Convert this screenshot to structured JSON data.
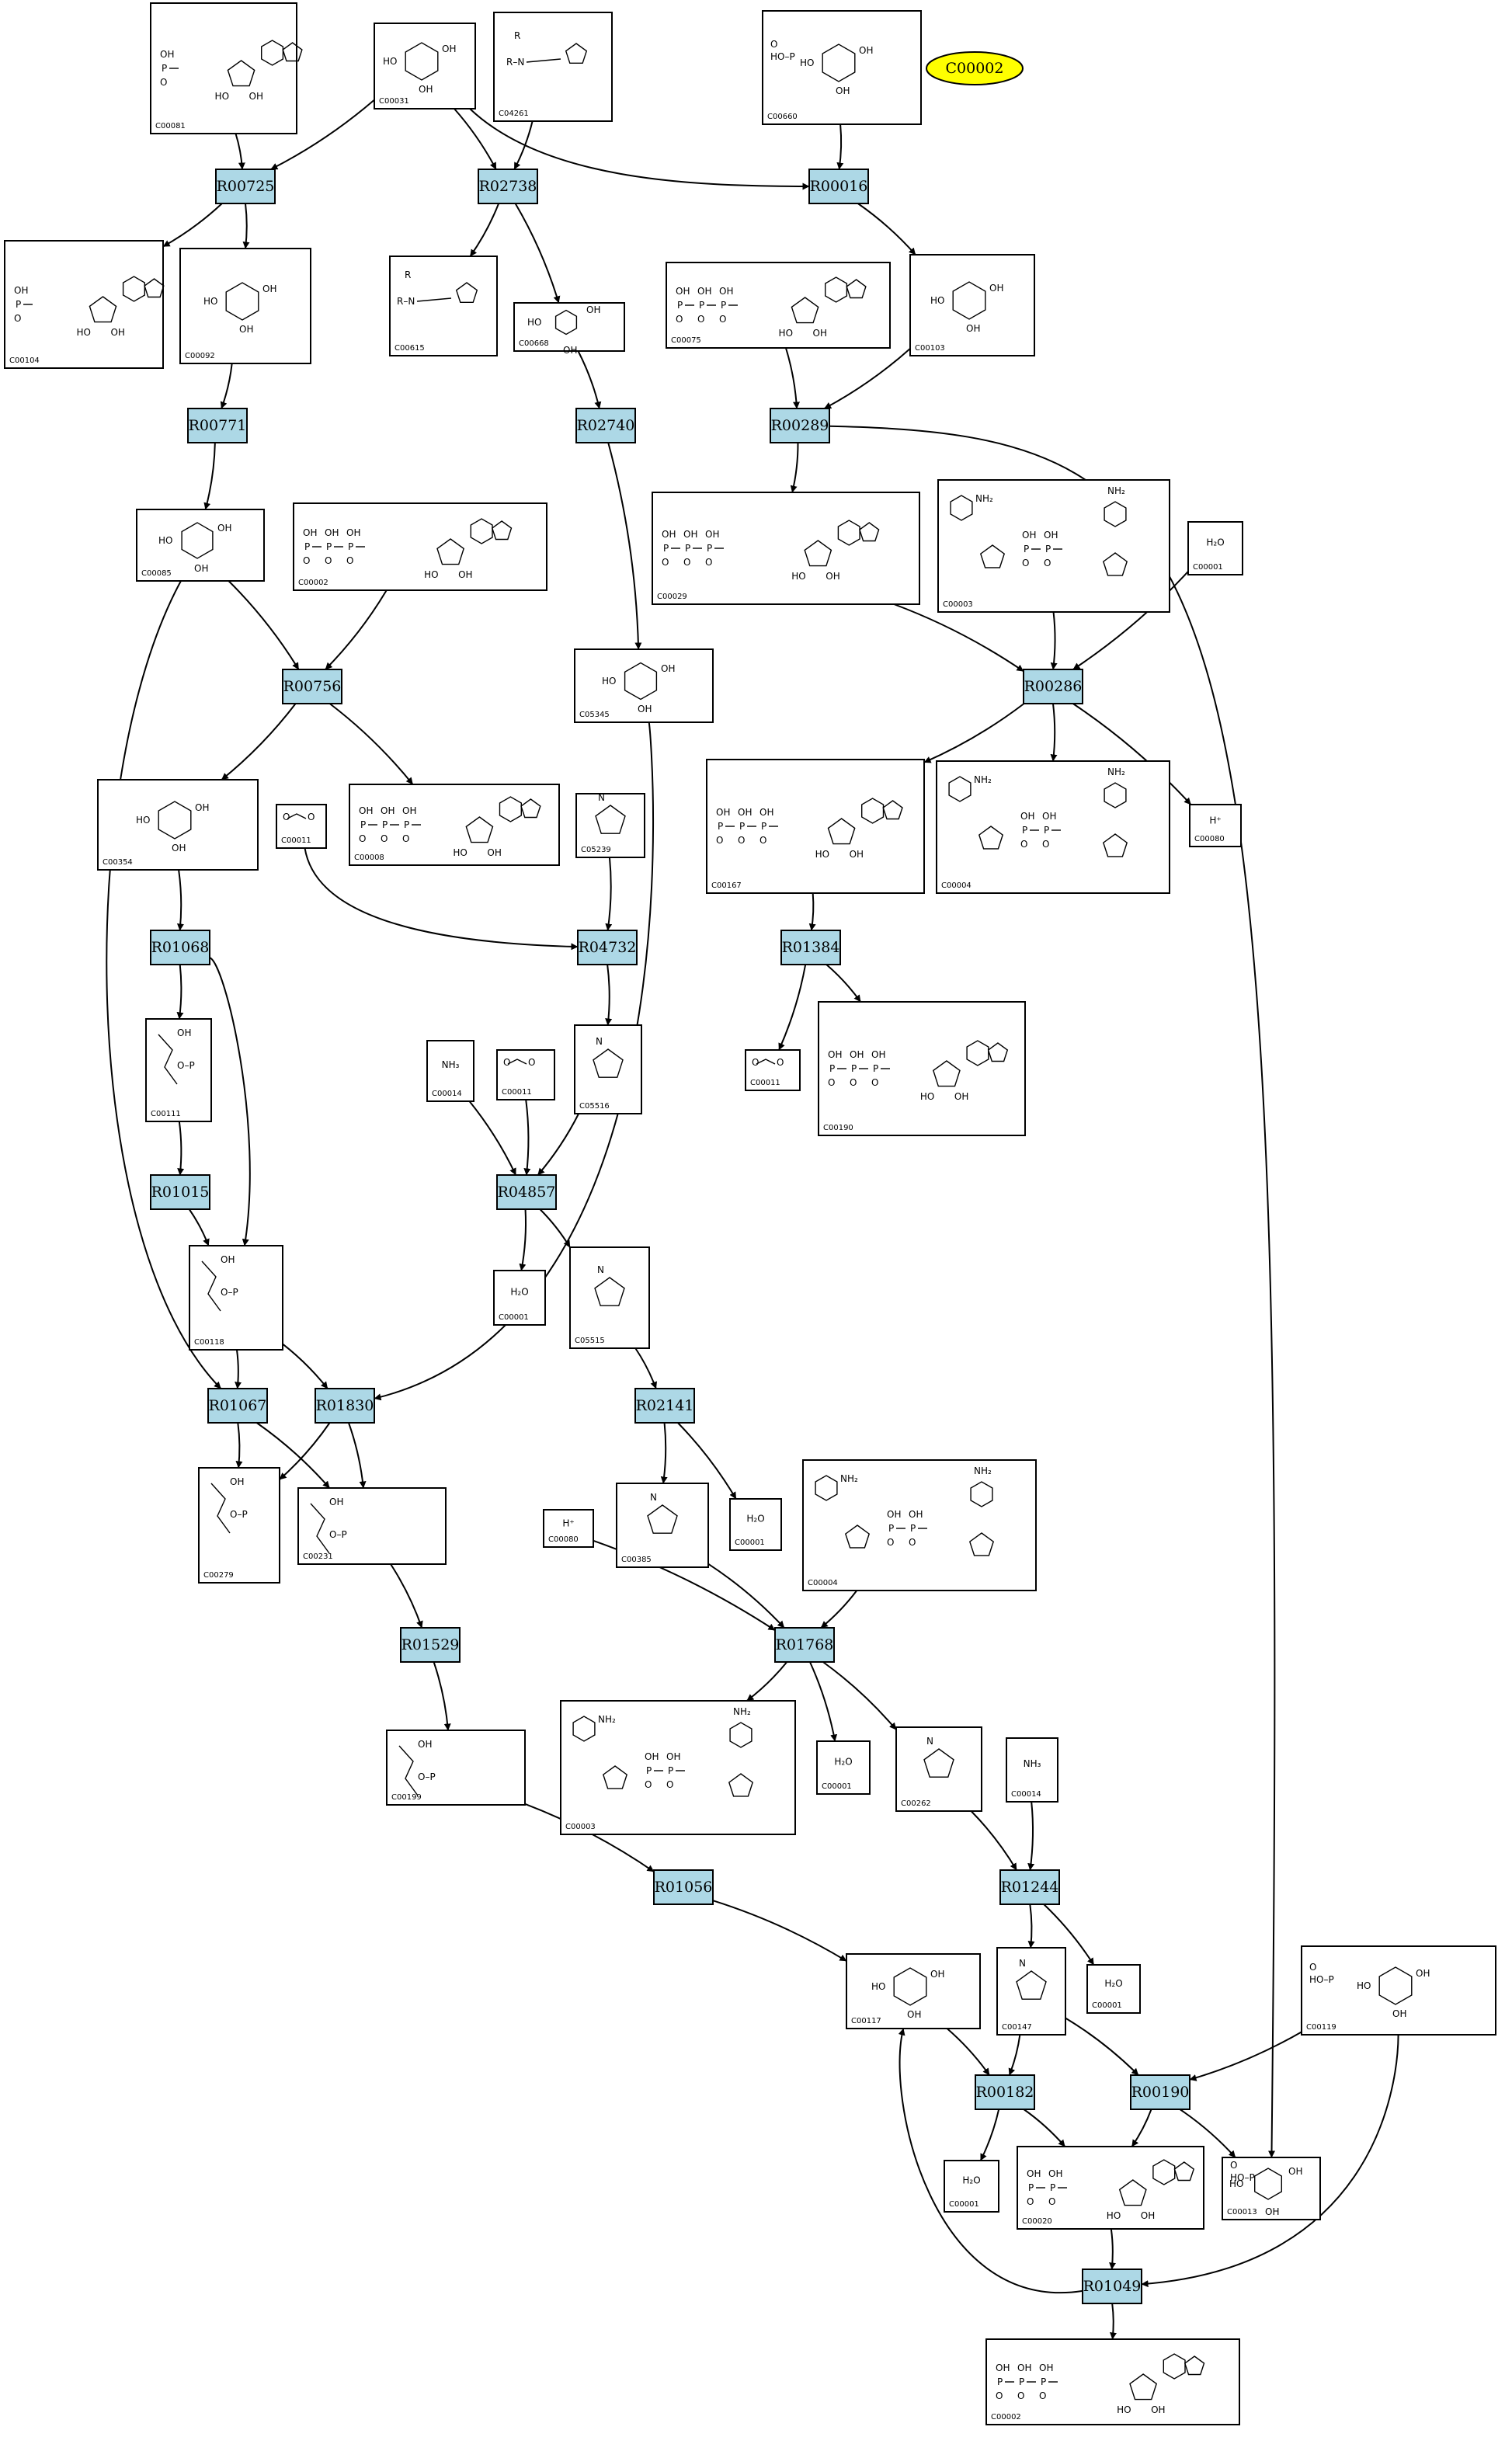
{
  "diagram": {
    "highlighted_compound": {
      "id": "C00002",
      "color": "#ffff00"
    },
    "reaction_color": "#add8e6",
    "reactions": [
      {
        "id": "R00725"
      },
      {
        "id": "R02738"
      },
      {
        "id": "R00016"
      },
      {
        "id": "R00771"
      },
      {
        "id": "R02740"
      },
      {
        "id": "R00289"
      },
      {
        "id": "R00756"
      },
      {
        "id": "R00286"
      },
      {
        "id": "R01068"
      },
      {
        "id": "R04732"
      },
      {
        "id": "R01384"
      },
      {
        "id": "R01015"
      },
      {
        "id": "R04857"
      },
      {
        "id": "R01067"
      },
      {
        "id": "R01830"
      },
      {
        "id": "R02141"
      },
      {
        "id": "R01529"
      },
      {
        "id": "R01768"
      },
      {
        "id": "R01056"
      },
      {
        "id": "R01244"
      },
      {
        "id": "R00182"
      },
      {
        "id": "R00190"
      },
      {
        "id": "R01049"
      }
    ],
    "compounds": [
      {
        "key": "c00081",
        "id": "C00081"
      },
      {
        "key": "c00031",
        "id": "C00031"
      },
      {
        "key": "c04261",
        "id": "C04261"
      },
      {
        "key": "c00660",
        "id": "C00660"
      },
      {
        "key": "c00104",
        "id": "C00104"
      },
      {
        "key": "c00092",
        "id": "C00092"
      },
      {
        "key": "c00615",
        "id": "C00615"
      },
      {
        "key": "c00668",
        "id": "C00668"
      },
      {
        "key": "c00075",
        "id": "C00075"
      },
      {
        "key": "c00103",
        "id": "C00103"
      },
      {
        "key": "c00085",
        "id": "C00085"
      },
      {
        "key": "c00002a",
        "id": "C00002"
      },
      {
        "key": "c00029",
        "id": "C00029"
      },
      {
        "key": "c00003a",
        "id": "C00003"
      },
      {
        "key": "c00001a",
        "id": "C00001",
        "formula": "H₂O"
      },
      {
        "key": "c05345",
        "id": "C05345"
      },
      {
        "key": "c00354",
        "id": "C00354"
      },
      {
        "key": "c00011a",
        "id": "C00011"
      },
      {
        "key": "c00008",
        "id": "C00008"
      },
      {
        "key": "c05239",
        "id": "C05239"
      },
      {
        "key": "c00167",
        "id": "C00167"
      },
      {
        "key": "c00004a",
        "id": "C00004"
      },
      {
        "key": "c00080a",
        "id": "C00080",
        "formula": "H⁺"
      },
      {
        "key": "c00111",
        "id": "C00111"
      },
      {
        "key": "c00014a",
        "id": "C00014",
        "formula": "NH₃"
      },
      {
        "key": "c00011b",
        "id": "C00011"
      },
      {
        "key": "c05516",
        "id": "C05516"
      },
      {
        "key": "c00011c",
        "id": "C00011"
      },
      {
        "key": "c00190",
        "id": "C00190"
      },
      {
        "key": "c00118",
        "id": "C00118"
      },
      {
        "key": "c00001b",
        "id": "C00001",
        "formula": "H₂O"
      },
      {
        "key": "c05515",
        "id": "C05515"
      },
      {
        "key": "c00279",
        "id": "C00279"
      },
      {
        "key": "c00231",
        "id": "C00231"
      },
      {
        "key": "c00080b",
        "id": "C00080",
        "formula": "H⁺"
      },
      {
        "key": "c00385",
        "id": "C00385"
      },
      {
        "key": "c00001c",
        "id": "C00001",
        "formula": "H₂O"
      },
      {
        "key": "c00004b",
        "id": "C00004"
      },
      {
        "key": "c00199",
        "id": "C00199"
      },
      {
        "key": "c00003b",
        "id": "C00003"
      },
      {
        "key": "c00001d",
        "id": "C00001",
        "formula": "H₂O"
      },
      {
        "key": "c00262",
        "id": "C00262"
      },
      {
        "key": "c00014b",
        "id": "C00014",
        "formula": "NH₃"
      },
      {
        "key": "c00117",
        "id": "C00117"
      },
      {
        "key": "c00147",
        "id": "C00147"
      },
      {
        "key": "c00001e",
        "id": "C00001",
        "formula": "H₂O"
      },
      {
        "key": "c00119",
        "id": "C00119"
      },
      {
        "key": "c00001f",
        "id": "C00001",
        "formula": "H₂O"
      },
      {
        "key": "c00020",
        "id": "C00020"
      },
      {
        "key": "c00013",
        "id": "C00013"
      },
      {
        "key": "c00002b",
        "id": "C00002"
      }
    ],
    "edges": [
      [
        "c00081",
        "R00725"
      ],
      [
        "c00031",
        "R00725"
      ],
      [
        "R00725",
        "c00104"
      ],
      [
        "R00725",
        "c00092"
      ],
      [
        "c00031",
        "R02738"
      ],
      [
        "c04261",
        "R02738"
      ],
      [
        "R02738",
        "c00615"
      ],
      [
        "R02738",
        "c00668"
      ],
      [
        "c00031",
        "R00016"
      ],
      [
        "c00660",
        "R00016"
      ],
      [
        "R00016",
        "c00103"
      ],
      [
        "c00092",
        "R00771"
      ],
      [
        "R00771",
        "c00085"
      ],
      [
        "c00668",
        "R02740"
      ],
      [
        "R02740",
        "c05345"
      ],
      [
        "c00075",
        "R00289"
      ],
      [
        "c00103",
        "R00289"
      ],
      [
        "R00289",
        "c00029"
      ],
      [
        "R00289",
        "c00013"
      ],
      [
        "c00085",
        "R00756"
      ],
      [
        "c00002a",
        "R00756"
      ],
      [
        "R00756",
        "c00354"
      ],
      [
        "R00756",
        "c00008"
      ],
      [
        "c00029",
        "R00286"
      ],
      [
        "c00003a",
        "R00286"
      ],
      [
        "c00001a",
        "R00286"
      ],
      [
        "R00286",
        "c00167"
      ],
      [
        "R00286",
        "c00004a"
      ],
      [
        "R00286",
        "c00080a"
      ],
      [
        "c00354",
        "R01068"
      ],
      [
        "R01068",
        "c00111"
      ],
      [
        "R01068",
        "c00118"
      ],
      [
        "c00011a",
        "R04732"
      ],
      [
        "c05239",
        "R04732"
      ],
      [
        "R04732",
        "c05516"
      ],
      [
        "c00167",
        "R01384"
      ],
      [
        "R01384",
        "c00011c"
      ],
      [
        "R01384",
        "c00190"
      ],
      [
        "c00111",
        "R01015"
      ],
      [
        "R01015",
        "c00118"
      ],
      [
        "c00014a",
        "R04857"
      ],
      [
        "c00011b",
        "R04857"
      ],
      [
        "c05516",
        "R04857"
      ],
      [
        "R04857",
        "c00001b"
      ],
      [
        "R04857",
        "c05515"
      ],
      [
        "c00085",
        "R01067"
      ],
      [
        "c00118",
        "R01067"
      ],
      [
        "R01067",
        "c00279"
      ],
      [
        "R01067",
        "c00231"
      ],
      [
        "c00118",
        "R01830"
      ],
      [
        "c05345",
        "R01830"
      ],
      [
        "R01830",
        "c00279"
      ],
      [
        "R01830",
        "c00231"
      ],
      [
        "c05515",
        "R02141"
      ],
      [
        "R02141",
        "c00385"
      ],
      [
        "R02141",
        "c00001c"
      ],
      [
        "c00231",
        "R01529"
      ],
      [
        "R01529",
        "c00199"
      ],
      [
        "c00080b",
        "R01768"
      ],
      [
        "c00385",
        "R01768"
      ],
      [
        "c00004b",
        "R01768"
      ],
      [
        "R01768",
        "c00003b"
      ],
      [
        "R01768",
        "c00001d"
      ],
      [
        "R01768",
        "c00262"
      ],
      [
        "c00199",
        "R01056"
      ],
      [
        "R01056",
        "c00117"
      ],
      [
        "c00262",
        "R01244"
      ],
      [
        "c00014b",
        "R01244"
      ],
      [
        "R01244",
        "c00147"
      ],
      [
        "R01244",
        "c00001e"
      ],
      [
        "c00117",
        "R00182"
      ],
      [
        "c00147",
        "R00182"
      ],
      [
        "R00182",
        "c00001f"
      ],
      [
        "R00182",
        "c00020"
      ],
      [
        "c00147",
        "R00190"
      ],
      [
        "c00119",
        "R00190"
      ],
      [
        "R00190",
        "c00020"
      ],
      [
        "R00190",
        "c00013"
      ],
      [
        "c00020",
        "R01049"
      ],
      [
        "c00119",
        "R01049"
      ],
      [
        "R01049",
        "c00117"
      ],
      [
        "R01049",
        "c00002b"
      ]
    ]
  }
}
